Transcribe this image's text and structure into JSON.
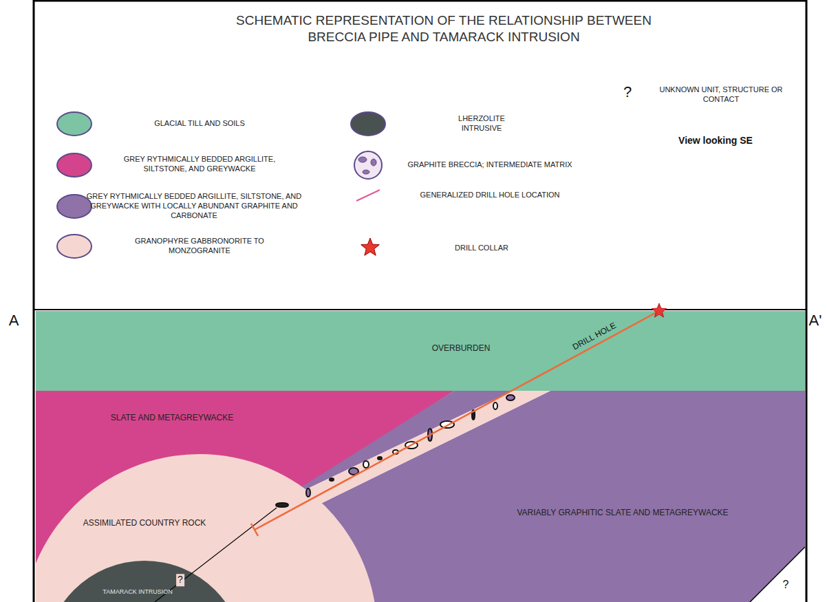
{
  "diagram": {
    "title": "SCHEMATIC REPRESENTATION OF THE RELATIONSHIP BETWEEN BRECCIA PIPE AND TAMARACK INTRUSION",
    "nodes": [
      {
        "text": [
          "OVERBURDEN"
        ]
      },
      {
        "text": [
          "SLATE AND METAGREYWACKE"
        ]
      },
      {
        "text": [
          "ASSIMILATED COUNTRY ROCK"
        ]
      },
      {
        "text": [
          "TAMARACK INTRUSION"
        ],
        "in": 2
      },
      {
        "text": [
          "VARIABLY GRAPHITIC SLATE AND METAGREYWACKE"
        ]
      }
    ],
    "edges": [],
    "labels": [
      "View looking SE",
      "A",
      "A'",
      "?",
      "DRILL HOLE",
      "?",
      "?"
    ],
    "legend": [
      {
        "text": "GLACIAL TILL AND SOILS",
        "color": "#7cc4a4"
      },
      {
        "text": "GREY RYTHMICALLY BEDDED ARGILLITE, SILTSTONE, AND GREYWACKE",
        "color": "#d4448c"
      },
      {
        "text": "GREY RYTHMICALLY BEDDED ARGILLITE, SILTSTONE, AND GREYWACKE WITH LOCALLY ABUNDANT GRAPHITE AND CARBONATE",
        "color": "#8f72a8"
      },
      {
        "text": "GRANOPHYRE GABBRONORITE TO MONZOGRANITE",
        "color": "#f6d6d1"
      },
      {
        "text": "LHERZOLITE INTRUSIVE",
        "color": "#4a5251"
      },
      {
        "text": "GRAPHITE BRECCIA; INTERMEDIATE MATRIX"
      },
      {
        "text": "GENERALIZED DRILL HOLE LOCATION"
      },
      {
        "text": "DRILL COLLAR"
      },
      {
        "text": "UNKNOWN UNIT, STRUCTURE OR CONTACT"
      }
    ]
  }
}
